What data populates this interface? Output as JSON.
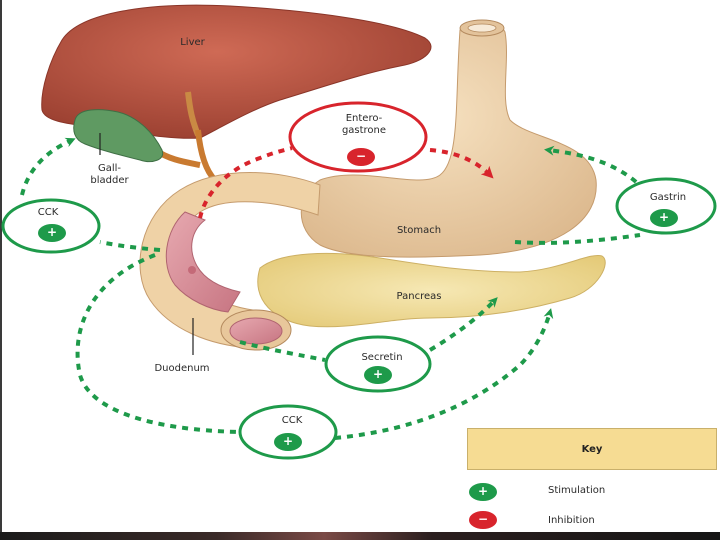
{
  "labels": {
    "liver": "Liver",
    "gallbladder": "Gall-\nbladder",
    "stomach": "Stomach",
    "pancreas": "Pancreas",
    "duodenum": "Duodenum"
  },
  "hormones": {
    "enterogastrone": {
      "label": "Entero-\ngastrone",
      "sign": "−",
      "effect": "inhibition"
    },
    "cck_left": {
      "label": "CCK",
      "sign": "+",
      "effect": "stimulation"
    },
    "gastrin": {
      "label": "Gastrin",
      "sign": "+",
      "effect": "stimulation"
    },
    "secretin": {
      "label": "Secretin",
      "sign": "+",
      "effect": "stimulation"
    },
    "cck_bottom": {
      "label": "CCK",
      "sign": "+",
      "effect": "stimulation"
    }
  },
  "key": {
    "title": "Key",
    "stimulation": "Stimulation",
    "inhibition": "Inhibition",
    "plus": "+",
    "minus": "−"
  },
  "colors": {
    "stimulation": "#1e9a4a",
    "inhibition": "#d8242c",
    "liver": "#b9533f",
    "gallbladder": "#4f8a55",
    "stomach": "#efd2a6",
    "pancreas": "#f1de98",
    "duodenum_inner": "#d98b95",
    "key_bg": "#f6dc93"
  }
}
